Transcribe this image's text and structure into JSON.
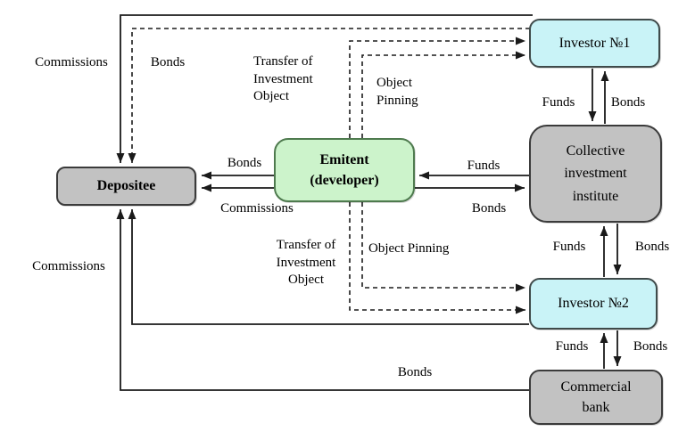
{
  "diagram_title": "",
  "colors": {
    "background": "#ffffff",
    "node_gray_fill": "#c2c2c2",
    "node_cyan_fill": "#c9f3f7",
    "node_green_fill": "#ccf3cb",
    "node_green_border": "#4e7a4e",
    "line_color": "#1a1a1a",
    "text_color": "#000000"
  },
  "nodes": {
    "depositee": {
      "label": "Depositee"
    },
    "emitent": {
      "label": "Emitent\n(developer)"
    },
    "collective_investment_institute": {
      "label": "Collective\ninvestment\ninstitute"
    },
    "investor_1": {
      "label": "Investor №1"
    },
    "investor_2": {
      "label": "Investor №2"
    },
    "commercial_bank": {
      "label": "Commercial\nbank"
    }
  },
  "edges": [
    {
      "from": "Investor №1",
      "to": "Depositee",
      "label": "Commissions",
      "style": "solid"
    },
    {
      "from": "Investor №1",
      "to": "Depositee",
      "label": "Bonds",
      "style": "dashed"
    },
    {
      "from": "Emitent (developer)",
      "to": "Investor №1",
      "label": "Transfer of\nInvestment\nObject",
      "style": "dashed"
    },
    {
      "from": "Emitent (developer)",
      "to": "Investor №1",
      "label": "Object\nPinning",
      "style": "dashed"
    },
    {
      "from": "Investor №1",
      "to": "Collective investment institute",
      "label": "Funds",
      "style": "solid"
    },
    {
      "from": "Collective investment institute",
      "to": "Investor №1",
      "label": "Bonds",
      "style": "solid"
    },
    {
      "from": "Emitent (developer)",
      "to": "Depositee",
      "label": "Bonds",
      "style": "solid"
    },
    {
      "from": "Emitent (developer)",
      "to": "Depositee",
      "label": "Commissions",
      "style": "solid"
    },
    {
      "from": "Collective investment institute",
      "to": "Emitent (developer)",
      "label": "Funds",
      "style": "solid"
    },
    {
      "from": "Emitent (developer)",
      "to": "Collective investment institute",
      "label": "Bonds",
      "style": "solid"
    },
    {
      "from": "Emitent (developer)",
      "to": "Investor №2",
      "label": "Object Pinning",
      "style": "dashed"
    },
    {
      "from": "Emitent (developer)",
      "to": "Investor №2",
      "label": "Transfer of\nInvestment\nObject",
      "style": "dashed"
    },
    {
      "from": "Investor №2",
      "to": "Depositee",
      "label": "Commissions",
      "style": "solid"
    },
    {
      "from": "Investor №2",
      "to": "Collective investment institute",
      "label": "Funds",
      "style": "solid"
    },
    {
      "from": "Collective investment institute",
      "to": "Investor №2",
      "label": "Bonds",
      "style": "solid"
    },
    {
      "from": "Commercial bank",
      "to": "Investor №2",
      "label": "Funds",
      "style": "solid"
    },
    {
      "from": "Investor №2",
      "to": "Commercial bank",
      "label": "Bonds",
      "style": "solid"
    },
    {
      "from": "Commercial bank",
      "to": "Depositee",
      "label": "Bonds",
      "style": "solid"
    }
  ]
}
